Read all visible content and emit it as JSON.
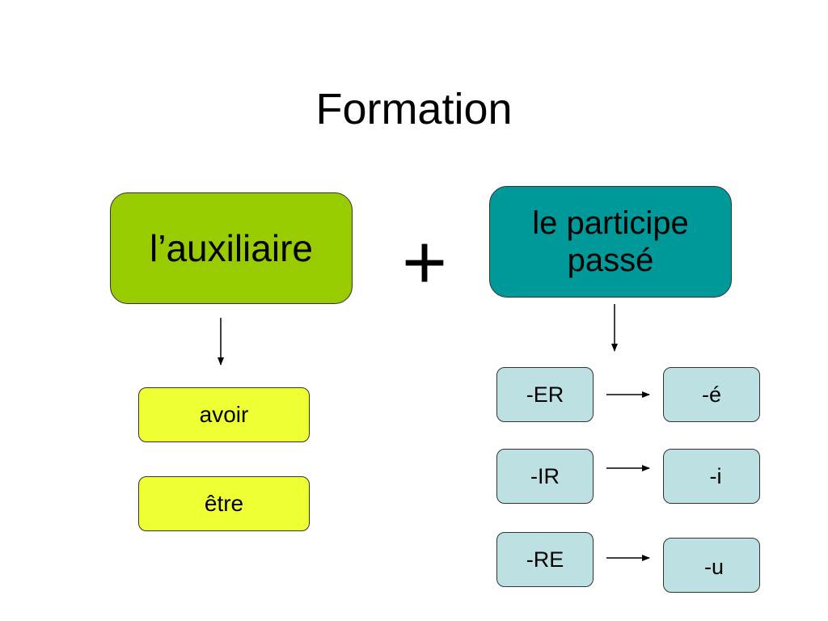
{
  "title": "Formation",
  "auxiliary": {
    "label": "l’auxiliaire",
    "options": [
      "avoir",
      "être"
    ]
  },
  "operator": "+",
  "participle": {
    "label_line1": "le participe",
    "label_line2": "passé",
    "endings": [
      {
        "infinitive": "-ER",
        "participle": "-é"
      },
      {
        "infinitive": "-IR",
        "participle": "-i"
      },
      {
        "infinitive": "-RE",
        "participle": "-u"
      }
    ]
  },
  "colors": {
    "auxiliary_box": "#99cc00",
    "participle_box": "#009999",
    "auxiliary_options": "#eeff33",
    "ending_boxes": "#bde1e2"
  }
}
